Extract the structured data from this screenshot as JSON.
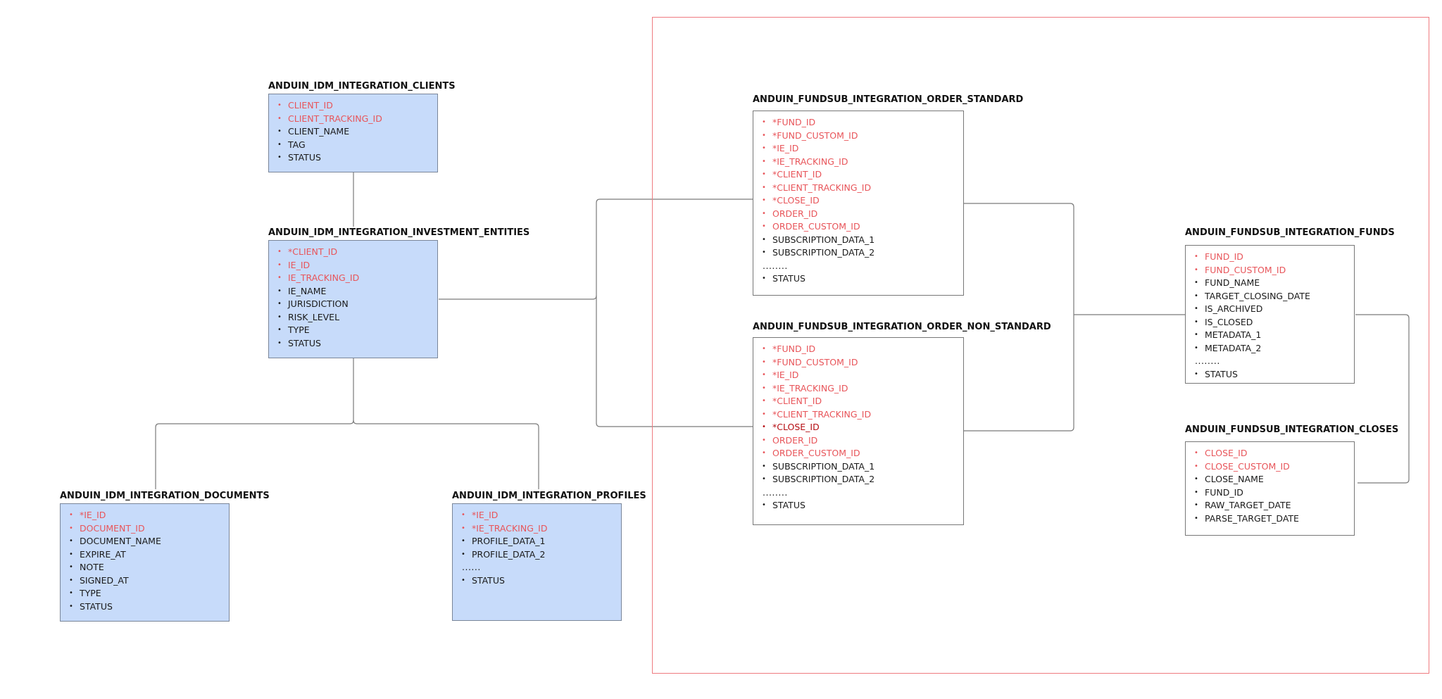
{
  "colors": {
    "key_field": "#e8555a",
    "key_field_dark": "#b50d12",
    "normal_field": "#1a1a1a",
    "blue_fill": "#c7dbfa",
    "region_border": "#ef7b80",
    "connector": "#7a7a7a"
  },
  "entities": {
    "clients": {
      "title": "ANDUIN_IDM_INTEGRATION_CLIENTS",
      "fields": [
        {
          "text": "CLIENT_ID",
          "kind": "key"
        },
        {
          "text": "CLIENT_TRACKING_ID",
          "kind": "key"
        },
        {
          "text": "CLIENT_NAME",
          "kind": "normal"
        },
        {
          "text": "TAG",
          "kind": "normal"
        },
        {
          "text": "STATUS",
          "kind": "normal"
        }
      ]
    },
    "investment_entities": {
      "title": "ANDUIN_IDM_INTEGRATION_INVESTMENT_ENTITIES",
      "fields": [
        {
          "text": "*CLIENT_ID",
          "kind": "key"
        },
        {
          "text": "IE_ID",
          "kind": "key"
        },
        {
          "text": "IE_TRACKING_ID",
          "kind": "key"
        },
        {
          "text": "IE_NAME",
          "kind": "normal"
        },
        {
          "text": "JURISDICTION",
          "kind": "normal"
        },
        {
          "text": "RISK_LEVEL",
          "kind": "normal"
        },
        {
          "text": "TYPE",
          "kind": "normal"
        },
        {
          "text": "STATUS",
          "kind": "normal"
        }
      ]
    },
    "documents": {
      "title": "ANDUIN_IDM_INTEGRATION_DOCUMENTS",
      "fields": [
        {
          "text": "*IE_ID",
          "kind": "key"
        },
        {
          "text": "DOCUMENT_ID",
          "kind": "key"
        },
        {
          "text": "DOCUMENT_NAME",
          "kind": "normal"
        },
        {
          "text": "EXPIRE_AT",
          "kind": "normal"
        },
        {
          "text": "NOTE",
          "kind": "normal"
        },
        {
          "text": "SIGNED_AT",
          "kind": "normal"
        },
        {
          "text": "TYPE",
          "kind": "normal"
        },
        {
          "text": "STATUS",
          "kind": "normal"
        }
      ]
    },
    "profiles": {
      "title": "ANDUIN_IDM_INTEGRATION_PROFILES",
      "fields": [
        {
          "text": "*IE_ID",
          "kind": "key"
        },
        {
          "text": "*IE_TRACKING_ID",
          "kind": "key"
        },
        {
          "text": "PROFILE_DATA_1",
          "kind": "normal"
        },
        {
          "text": "PROFILE_DATA_2",
          "kind": "normal"
        },
        {
          "text": "......",
          "kind": "ellipsis"
        },
        {
          "text": "STATUS",
          "kind": "normal"
        }
      ]
    },
    "order_standard": {
      "title": "ANDUIN_FUNDSUB_INTEGRATION_ORDER_STANDARD",
      "fields": [
        {
          "text": "*FUND_ID",
          "kind": "key"
        },
        {
          "text": "*FUND_CUSTOM_ID",
          "kind": "key"
        },
        {
          "text": "*IE_ID",
          "kind": "key"
        },
        {
          "text": "*IE_TRACKING_ID",
          "kind": "key"
        },
        {
          "text": "*CLIENT_ID",
          "kind": "key"
        },
        {
          "text": "*CLIENT_TRACKING_ID",
          "kind": "key"
        },
        {
          "text": "*CLOSE_ID",
          "kind": "key"
        },
        {
          "text": "ORDER_ID",
          "kind": "key"
        },
        {
          "text": "ORDER_CUSTOM_ID",
          "kind": "key"
        },
        {
          "text": "SUBSCRIPTION_DATA_1",
          "kind": "normal"
        },
        {
          "text": "SUBSCRIPTION_DATA_2",
          "kind": "normal"
        },
        {
          "text": "........",
          "kind": "ellipsis"
        },
        {
          "text": "STATUS",
          "kind": "normal"
        }
      ]
    },
    "order_non_standard": {
      "title": "ANDUIN_FUNDSUB_INTEGRATION_ORDER_NON_STANDARD",
      "fields": [
        {
          "text": "*FUND_ID",
          "kind": "key"
        },
        {
          "text": "*FUND_CUSTOM_ID",
          "kind": "key"
        },
        {
          "text": "*IE_ID",
          "kind": "key"
        },
        {
          "text": "*IE_TRACKING_ID",
          "kind": "key"
        },
        {
          "text": "*CLIENT_ID",
          "kind": "key"
        },
        {
          "text": "*CLIENT_TRACKING_ID",
          "kind": "key"
        },
        {
          "text": "*CLOSE_ID",
          "kind": "key-dark"
        },
        {
          "text": "ORDER_ID",
          "kind": "key"
        },
        {
          "text": "ORDER_CUSTOM_ID",
          "kind": "key"
        },
        {
          "text": "SUBSCRIPTION_DATA_1",
          "kind": "normal"
        },
        {
          "text": "SUBSCRIPTION_DATA_2",
          "kind": "normal"
        },
        {
          "text": "........",
          "kind": "ellipsis"
        },
        {
          "text": "STATUS",
          "kind": "normal"
        }
      ]
    },
    "funds": {
      "title": "ANDUIN_FUNDSUB_INTEGRATION_FUNDS",
      "fields": [
        {
          "text": "FUND_ID",
          "kind": "key"
        },
        {
          "text": "FUND_CUSTOM_ID",
          "kind": "key"
        },
        {
          "text": "FUND_NAME",
          "kind": "normal"
        },
        {
          "text": "TARGET_CLOSING_DATE",
          "kind": "normal"
        },
        {
          "text": "IS_ARCHIVED",
          "kind": "normal"
        },
        {
          "text": "IS_CLOSED",
          "kind": "normal"
        },
        {
          "text": "METADATA_1",
          "kind": "normal"
        },
        {
          "text": "METADATA_2",
          "kind": "normal"
        },
        {
          "text": "........",
          "kind": "ellipsis"
        },
        {
          "text": "STATUS",
          "kind": "normal"
        }
      ]
    },
    "closes": {
      "title": "ANDUIN_FUNDSUB_INTEGRATION_CLOSES",
      "fields": [
        {
          "text": "CLOSE_ID",
          "kind": "key"
        },
        {
          "text": "CLOSE_CUSTOM_ID",
          "kind": "key"
        },
        {
          "text": "CLOSE_NAME",
          "kind": "normal"
        },
        {
          "text": "FUND_ID",
          "kind": "normal"
        },
        {
          "text": "RAW_TARGET_DATE",
          "kind": "normal"
        },
        {
          "text": "PARSE_TARGET_DATE",
          "kind": "normal"
        }
      ]
    }
  }
}
